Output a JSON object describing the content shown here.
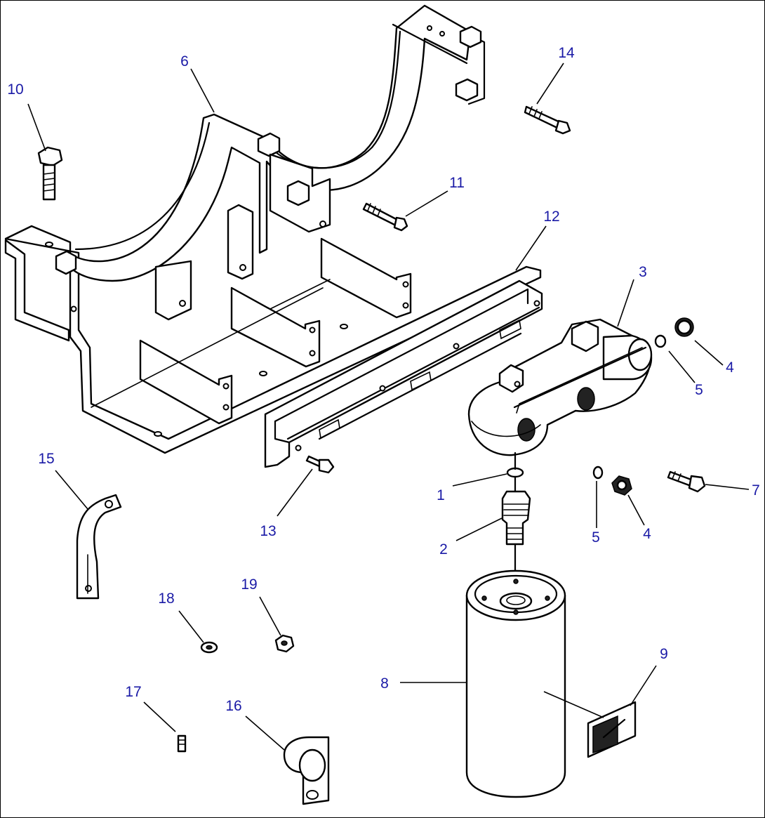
{
  "callouts": [
    {
      "id": "1",
      "label": "1"
    },
    {
      "id": "2",
      "label": "2"
    },
    {
      "id": "3",
      "label": "3"
    },
    {
      "id": "4a",
      "label": "4"
    },
    {
      "id": "4b",
      "label": "4"
    },
    {
      "id": "5a",
      "label": "5"
    },
    {
      "id": "5b",
      "label": "5"
    },
    {
      "id": "6",
      "label": "6"
    },
    {
      "id": "7",
      "label": "7"
    },
    {
      "id": "8",
      "label": "8"
    },
    {
      "id": "9",
      "label": "9"
    },
    {
      "id": "10",
      "label": "10"
    },
    {
      "id": "11",
      "label": "11"
    },
    {
      "id": "12",
      "label": "12"
    },
    {
      "id": "13",
      "label": "13"
    },
    {
      "id": "14",
      "label": "14"
    },
    {
      "id": "15",
      "label": "15"
    },
    {
      "id": "16",
      "label": "16"
    },
    {
      "id": "17",
      "label": "17"
    },
    {
      "id": "18",
      "label": "18"
    },
    {
      "id": "19",
      "label": "19"
    }
  ],
  "colors": {
    "callout_text": "#1a1aa6",
    "line_art": "#000000",
    "background": "#ffffff"
  }
}
